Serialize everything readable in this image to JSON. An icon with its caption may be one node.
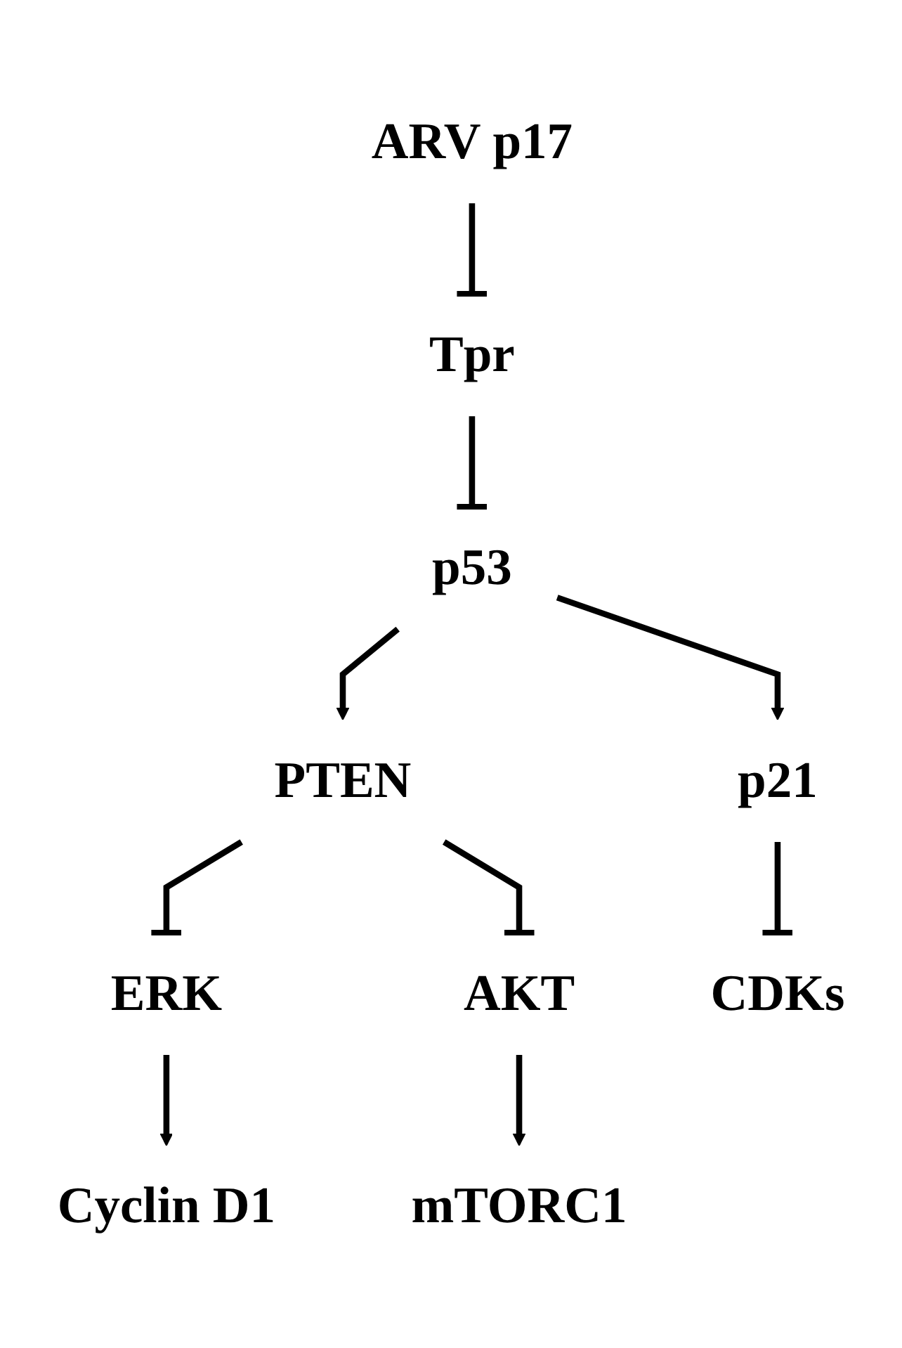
{
  "diagram": {
    "nodes": [
      {
        "text": [
          "ARV p17"
        ]
      },
      {
        "text": [
          "Tpr"
        ]
      },
      {
        "text": [
          "p53"
        ]
      },
      {
        "text": [
          "PTEN"
        ]
      },
      {
        "text": [
          "p21"
        ]
      },
      {
        "text": [
          "ERK"
        ]
      },
      {
        "text": [
          "AKT"
        ]
      },
      {
        "text": [
          "CDKs"
        ]
      },
      {
        "text": [
          "Cyclin D1"
        ]
      },
      {
        "text": [
          "mTORC1"
        ]
      }
    ],
    "edges": [
      {
        "from": 0,
        "to": 1,
        "arrow": "other"
      },
      {
        "from": 1,
        "to": 2,
        "arrow": "other"
      },
      {
        "from": 2,
        "to": 3,
        "arrow": "to"
      },
      {
        "from": 2,
        "to": 4,
        "arrow": "to"
      },
      {
        "from": 3,
        "to": 5,
        "arrow": "other"
      },
      {
        "from": 3,
        "to": 6,
        "arrow": "other"
      },
      {
        "from": 4,
        "to": 7,
        "arrow": "other"
      },
      {
        "from": 5,
        "to": 8,
        "arrow": "to"
      },
      {
        "from": 6,
        "to": 9,
        "arrow": "to"
      }
    ]
  }
}
